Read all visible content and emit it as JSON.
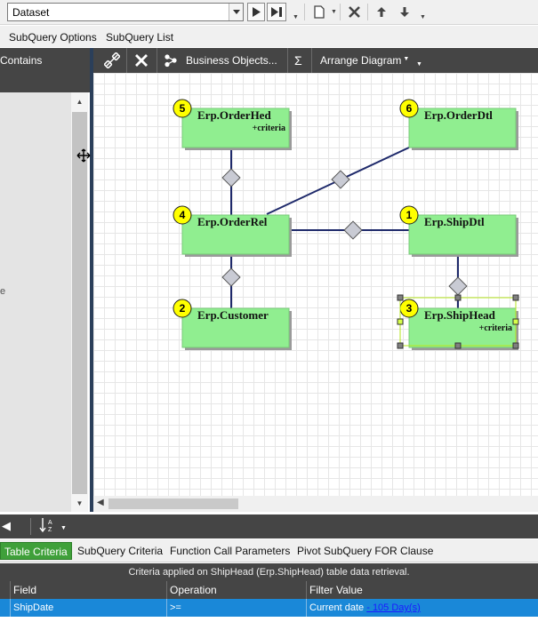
{
  "toolbar": {
    "dataset_value": "Dataset",
    "icons": [
      "chevron-down-icon",
      "play-icon",
      "skip-forward-icon",
      "new-page-icon",
      "close-icon",
      "arrow-up-icon",
      "arrow-down-icon"
    ]
  },
  "menu": {
    "subquery_options": "SubQuery Options",
    "subquery_list": "SubQuery List"
  },
  "left_panel": {
    "header": "Contains",
    "cut_text": "e"
  },
  "diagram_toolbar": {
    "business_objects": "Business Objects...",
    "sigma": "Σ",
    "arrange": "Arrange Diagram"
  },
  "diagram": {
    "tables": [
      {
        "id": "orderhed",
        "num": "5",
        "name": "Erp.OrderHed",
        "sub": "+criteria"
      },
      {
        "id": "orderdtl",
        "num": "6",
        "name": "Erp.OrderDtl",
        "sub": ""
      },
      {
        "id": "orderrel",
        "num": "4",
        "name": "Erp.OrderRel",
        "sub": ""
      },
      {
        "id": "shipdtl",
        "num": "1",
        "name": "Erp.ShipDtl",
        "sub": ""
      },
      {
        "id": "customer",
        "num": "2",
        "name": "Erp.Customer",
        "sub": ""
      },
      {
        "id": "shiphead",
        "num": "3",
        "name": "Erp.ShipHead",
        "sub": "+criteria"
      }
    ],
    "colors": {
      "table_fill": "#90ee90",
      "badge": "#ffff00",
      "link": "#1f2a6b"
    }
  },
  "tabs": {
    "table_criteria": "Table Criteria",
    "subquery_criteria": "SubQuery Criteria",
    "function_call": "Function Call Parameters",
    "pivot": "Pivot SubQuery FOR Clause"
  },
  "info": "Criteria applied on ShipHead (Erp.ShipHead)  table data retrieval.",
  "grid": {
    "headers": {
      "field": "Field",
      "operation": "Operation",
      "filter_value": "Filter Value"
    },
    "row": {
      "field": "ShipDate",
      "operation": ">=",
      "filter_prefix": "Current date",
      "filter_link": "- 105 Day(s)"
    }
  }
}
